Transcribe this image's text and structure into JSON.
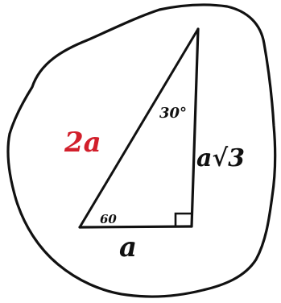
{
  "diagram": {
    "labels": {
      "hypotenuse": "2a",
      "base": "a",
      "vertical_side": "a√3",
      "top_angle": "30°",
      "bottom_left_angle": "60"
    },
    "colors": {
      "ink": "#111111",
      "hypotenuse_label": "#d21f2b",
      "background": "#ffffff"
    }
  }
}
